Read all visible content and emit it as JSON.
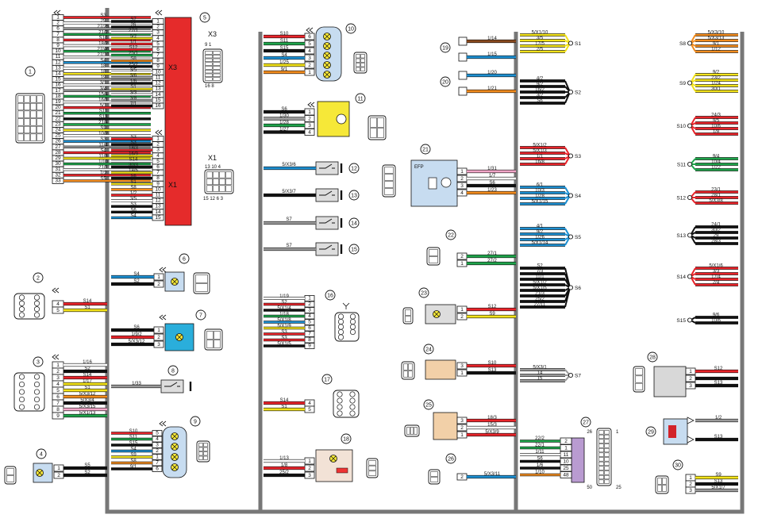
{
  "colors": {
    "B": "#111111",
    "W": "#ffffff",
    "R": "#e8242a",
    "Y": "#f2e21a",
    "G": "#1ea44a",
    "Bl": "#1d8fd1",
    "Gy": "#9a9a9a",
    "O": "#f28c1e",
    "Br": "#8a4a1f",
    "P": "#f2a6c8",
    "V": "#8a5ab0",
    "bus": "#777777",
    "red": "#e52b2b",
    "blue": "#c7dcf0",
    "yellow": "#f6e838",
    "violet": "#b99bd1",
    "gray": "#d8d8d8"
  },
  "left": {
    "wires": [
      {
        "pin": "1",
        "label": "S3",
        "c": "R"
      },
      {
        "pin": "2",
        "label": "29",
        "c": "W"
      },
      {
        "pin": "6",
        "label": "27/25",
        "c": "Gy"
      },
      {
        "pin": "7",
        "label": "21/2",
        "c": "G"
      },
      {
        "pin": "8",
        "label": "S10",
        "c": "R"
      },
      {
        "pin": "9",
        "label": "18/2",
        "c": "W"
      },
      {
        "pin": "10",
        "label": "27/46",
        "c": "G"
      },
      {
        "pin": "11",
        "label": "27/10",
        "c": "W"
      },
      {
        "pin": "12",
        "label": "S4",
        "c": "Bl"
      },
      {
        "pin": "13",
        "label": "18",
        "c": "W"
      },
      {
        "pin": "14",
        "label": "18",
        "c": "Y"
      },
      {
        "pin": "15",
        "label": "19",
        "c": "Gy"
      },
      {
        "pin": "16",
        "label": "3/1",
        "c": "W"
      },
      {
        "pin": "17",
        "label": "3/4",
        "c": "Gy"
      },
      {
        "pin": "18",
        "label": "15/4",
        "c": "G"
      },
      {
        "pin": "19",
        "label": "16/1",
        "c": "W"
      },
      {
        "pin": "20",
        "label": "5/1",
        "c": "R"
      },
      {
        "pin": "21",
        "label": "S11",
        "c": "G"
      },
      {
        "pin": "22",
        "label": "S13",
        "c": "B"
      },
      {
        "pin": "23",
        "label": "21/4",
        "c": "G"
      },
      {
        "pin": "24",
        "label": "S9",
        "c": "Y"
      },
      {
        "pin": "25",
        "label": "10/2",
        "c": "W"
      },
      {
        "pin": "26",
        "label": "S3",
        "c": "Bl"
      },
      {
        "pin": "27",
        "label": "11/4",
        "c": "Gy"
      },
      {
        "pin": "28",
        "label": "S4",
        "c": "R"
      },
      {
        "pin": "29",
        "label": "11/3",
        "c": "Y"
      },
      {
        "pin": "30",
        "label": "1/10",
        "c": "G"
      },
      {
        "pin": "31",
        "label": "21/1",
        "c": "W"
      },
      {
        "pin": "32",
        "label": "7/2",
        "c": "R"
      },
      {
        "pin": "33",
        "label": "S5",
        "c": "O"
      }
    ],
    "x3": [
      {
        "pin": "1",
        "label": "S7",
        "c": "B"
      },
      {
        "pin": "2",
        "label": "26",
        "c": "B"
      },
      {
        "pin": "3",
        "label": "27/1",
        "c": "W"
      },
      {
        "pin": "4",
        "label": "5/2",
        "c": "Y"
      },
      {
        "pin": "5",
        "label": "1/1",
        "c": "R"
      },
      {
        "pin": "6",
        "label": "S12",
        "c": "R"
      },
      {
        "pin": "7",
        "label": "25/1",
        "c": "G"
      },
      {
        "pin": "8",
        "label": "S8",
        "c": "O"
      },
      {
        "pin": "9",
        "label": "25/2",
        "c": "B"
      },
      {
        "pin": "10",
        "label": "3/5",
        "c": "W"
      },
      {
        "pin": "11",
        "label": "3/6",
        "c": "Gy"
      },
      {
        "pin": "12",
        "label": "1/6",
        "c": "B"
      },
      {
        "pin": "13",
        "label": "S1",
        "c": "Y"
      },
      {
        "pin": "14",
        "label": "3/3",
        "c": "W"
      },
      {
        "pin": "15",
        "label": "3/8",
        "c": "Gy"
      },
      {
        "pin": "16",
        "label": "7/1",
        "c": "B"
      }
    ],
    "x1": [
      {
        "pin": "1",
        "label": "S3",
        "c": "R"
      },
      {
        "pin": "2",
        "label": "S3",
        "c": "B"
      },
      {
        "pin": "3",
        "label": "18/3",
        "c": "R"
      },
      {
        "pin": "4",
        "label": "16/9",
        "c": "Y"
      },
      {
        "pin": "5",
        "label": "S14",
        "c": "W"
      },
      {
        "pin": "6",
        "label": "30/3",
        "c": "B"
      },
      {
        "pin": "7",
        "label": "18/5",
        "c": "Y"
      },
      {
        "pin": "8",
        "label": "S6",
        "c": "B"
      },
      {
        "pin": "9",
        "label": "S1",
        "c": "Y"
      },
      {
        "pin": "10",
        "label": "S8",
        "c": "O"
      },
      {
        "pin": "11",
        "label": "1/2",
        "c": "R"
      },
      {
        "pin": "12",
        "label": "3/5",
        "c": "W"
      },
      {
        "pin": "13",
        "label": "S3",
        "c": "B"
      },
      {
        "pin": "14",
        "label": "S6",
        "c": "B"
      },
      {
        "pin": "15",
        "label": "S4",
        "c": "Bl"
      }
    ],
    "conn_labels": {
      "x3": "X3",
      "x1": "X1",
      "x3_pins": "9  1",
      "x3_pins2": "16 8",
      "x1_pins": "13  10  4",
      "x1_pins2": "15 12 6  3"
    }
  },
  "components": {
    "c1": "1",
    "c2": "2",
    "c3": "3",
    "c4": "4",
    "c5": "5",
    "c6": "6",
    "c7": "7",
    "c8": "8",
    "c9": "9",
    "c10": "10",
    "c11": "11",
    "c12": "12",
    "c13": "13",
    "c14": "14",
    "c15": "15",
    "c16": "16",
    "c17": "17",
    "c18": "18",
    "c19": "19",
    "c20": "20",
    "c21": "21",
    "c22": "22",
    "c23": "23",
    "c24": "24",
    "c25": "25",
    "c26": "26",
    "c27": "27",
    "c28": "28",
    "c29": "29",
    "c30": "30"
  },
  "c2": [
    {
      "pin": "4",
      "label": "S14",
      "c": "R"
    },
    {
      "pin": "5",
      "label": "S1",
      "c": "Y"
    }
  ],
  "c3": [
    {
      "pin": "1",
      "label": "1/16",
      "c": "W"
    },
    {
      "pin": "2",
      "label": "S2",
      "c": "B"
    },
    {
      "pin": "3",
      "label": "S14",
      "c": "R"
    },
    {
      "pin": "4",
      "label": "1/17",
      "c": "Y"
    },
    {
      "pin": "5",
      "label": "S1",
      "c": "Y"
    },
    {
      "pin": "6",
      "label": "5/X3/12",
      "c": "O"
    },
    {
      "pin": "7",
      "label": "5/X3/4",
      "c": "B"
    },
    {
      "pin": "8",
      "label": "5/X3/15",
      "c": "P"
    },
    {
      "pin": "9",
      "label": "5/X1/13",
      "c": "G"
    }
  ],
  "c4": [
    {
      "pin": "1",
      "label": "S5",
      "c": "B"
    },
    {
      "pin": "2",
      "label": "S2",
      "c": "B"
    }
  ],
  "c6": [
    {
      "pin": "1",
      "label": "S4",
      "c": "Bl"
    },
    {
      "pin": "2",
      "label": "S2",
      "c": "B"
    }
  ],
  "c7": [
    {
      "pin": "1",
      "label": "S6",
      "c": "B"
    },
    {
      "pin": "2",
      "label": "1/9/2",
      "c": "R"
    },
    {
      "pin": "3",
      "label": "5/X3/12",
      "c": "B"
    }
  ],
  "c8": [
    {
      "pin": "1",
      "label": "1/33",
      "c": "Gy"
    }
  ],
  "c9": [
    {
      "pin": "5",
      "label": "S10",
      "c": "R"
    },
    {
      "pin": "4",
      "label": "S11",
      "c": "G"
    },
    {
      "pin": "3",
      "label": "S15",
      "c": "B"
    },
    {
      "pin": "2",
      "label": "S4",
      "c": "Bl"
    },
    {
      "pin": "1",
      "label": "S9",
      "c": "Y"
    },
    {
      "pin": "7",
      "label": "S8",
      "c": "O"
    },
    {
      "pin": "6",
      "label": "9/1",
      "c": "B"
    }
  ],
  "c10": [
    {
      "pin": "6",
      "label": "S10",
      "c": "R"
    },
    {
      "pin": "5",
      "label": "S11",
      "c": "G"
    },
    {
      "pin": "4",
      "label": "S15",
      "c": "B"
    },
    {
      "pin": "3",
      "label": "S4",
      "c": "Bl"
    },
    {
      "pin": "2",
      "label": "1/25",
      "c": "Y"
    },
    {
      "pin": "1",
      "label": "9/1",
      "c": "O"
    }
  ],
  "c11": [
    {
      "pin": "1",
      "label": "S6",
      "c": "B"
    },
    {
      "pin": "2",
      "label": "1/30",
      "c": "Gy"
    },
    {
      "pin": "3",
      "label": "1/28",
      "c": "G"
    },
    {
      "pin": "4",
      "label": "1/27",
      "c": "B"
    }
  ],
  "c12": [
    {
      "pin": "",
      "label": "5/X3/6",
      "c": "Bl"
    }
  ],
  "c13": [
    {
      "pin": "",
      "label": "5/X3/7",
      "c": "B"
    }
  ],
  "c14": [
    {
      "pin": "",
      "label": "S7",
      "c": "Gy"
    }
  ],
  "c15": [
    {
      "pin": "",
      "label": "S7",
      "c": "Gy"
    }
  ],
  "c16": [
    {
      "pin": "1",
      "label": "1/19",
      "c": "W"
    },
    {
      "pin": "2",
      "label": "S2",
      "c": "R"
    },
    {
      "pin": "3",
      "label": "5/X1/4",
      "c": "B"
    },
    {
      "pin": "4",
      "label": "1/18",
      "c": "G"
    },
    {
      "pin": "5",
      "label": "5/X1/8",
      "c": "Bl"
    },
    {
      "pin": "6",
      "label": "5/X1/9",
      "c": "Y"
    },
    {
      "pin": "7",
      "label": "S3",
      "c": "R"
    },
    {
      "pin": "8",
      "label": "S3",
      "c": "R"
    },
    {
      "pin": "9",
      "label": "5/X1/5",
      "c": "B"
    }
  ],
  "c17": [
    {
      "pin": "4",
      "label": "S14",
      "c": "R"
    },
    {
      "pin": "5",
      "label": "S1",
      "c": "Y"
    }
  ],
  "c18": [
    {
      "pin": "1",
      "label": "1/13",
      "c": "W"
    },
    {
      "pin": "2",
      "label": "1/8",
      "c": "R"
    },
    {
      "pin": "3",
      "label": "25/2",
      "c": "B"
    }
  ],
  "c19": [
    {
      "label": "1/14",
      "c": "Br"
    },
    {
      "label": "1/15",
      "c": "Bl"
    }
  ],
  "c20": [
    {
      "label": "1/20",
      "c": "Bl"
    },
    {
      "label": "1/21",
      "c": "O"
    }
  ],
  "c21": {
    "label": "EFP",
    "wires": [
      {
        "pin": "1",
        "label": "1/31",
        "c": "P"
      },
      {
        "pin": "2",
        "label": "1/7",
        "c": "W"
      },
      {
        "pin": "3",
        "label": "S6",
        "c": "B"
      },
      {
        "pin": "4",
        "label": "1/23",
        "c": "O"
      }
    ]
  },
  "c22": [
    {
      "pin": "2",
      "label": "27/1",
      "c": "G"
    },
    {
      "pin": "1",
      "label": "27/2",
      "c": "G"
    }
  ],
  "c23": [
    {
      "pin": "1",
      "label": "S12",
      "c": "R"
    },
    {
      "pin": "2",
      "label": "S9",
      "c": "Y"
    }
  ],
  "c24": [
    {
      "pin": "3",
      "label": "S10",
      "c": "R"
    },
    {
      "pin": "1",
      "label": "S13",
      "c": "B"
    }
  ],
  "c25": [
    {
      "pin": "3",
      "label": "18/3",
      "c": "R"
    },
    {
      "pin": "2",
      "label": "15/3",
      "c": "W"
    },
    {
      "pin": "1",
      "label": "5/X3/9",
      "c": "R"
    }
  ],
  "c26": [
    {
      "pin": "2",
      "label": "5/X3/11",
      "c": "Bl"
    }
  ],
  "c27": {
    "wires": [
      {
        "pin": "2",
        "label": "22/2",
        "c": "G"
      },
      {
        "pin": "1",
        "label": "22/1",
        "c": "G"
      },
      {
        "pin": "11",
        "label": "1/11",
        "c": "W"
      },
      {
        "pin": "10",
        "label": "S6",
        "c": "B"
      },
      {
        "pin": "25",
        "label": "1/6",
        "c": "B"
      },
      {
        "pin": "48",
        "label": "1/10",
        "c": "O"
      }
    ],
    "pins": {
      "tl": "26",
      "tr": "1",
      "bl": "50",
      "br": "25"
    }
  },
  "c28": [
    {
      "pin": "1",
      "label": "S12",
      "c": "R"
    },
    {
      "pin": "2",
      "label": "",
      "c": "B"
    },
    {
      "pin": "3",
      "label": "S13",
      "c": "B"
    }
  ],
  "c29": [
    {
      "pin": "",
      "label": "1/2",
      "c": "Gy"
    },
    {
      "pin": "",
      "label": "S13",
      "c": "B"
    }
  ],
  "c30": [
    {
      "pin": "1",
      "label": "S9",
      "c": "Y"
    },
    {
      "pin": "2",
      "label": "S13",
      "c": "B"
    },
    {
      "pin": "3",
      "label": "5/X1/7",
      "c": "Gy"
    }
  ],
  "splices": [
    {
      "name": "S1",
      "c": "Y",
      "labels": [
        "5/X1/10",
        "3/5",
        "17/5",
        "2/5"
      ]
    },
    {
      "name": "S2",
      "c": "B",
      "labels": [
        "4/2",
        "9/2",
        "16/2",
        "3/2",
        "S6"
      ]
    },
    {
      "name": "S3",
      "c": "R",
      "labels": [
        "5/X1/2",
        "5/X1/3",
        "1/1",
        "16/8"
      ]
    },
    {
      "name": "S4",
      "c": "Bl",
      "labels": [
        "6/1",
        "10/3",
        "1/28",
        "5/X1/15"
      ]
    },
    {
      "name": "S5",
      "c": "Bl",
      "labels": [
        "4/1",
        "9/2",
        "1/26",
        "5/X1/14"
      ]
    },
    {
      "name": "S6",
      "c": "B",
      "labels": [
        "S2",
        "7/3",
        "11/1",
        "5/X1/2",
        "5/X1/5",
        "21/3",
        "25/2",
        "27/11"
      ]
    },
    {
      "name": "S7",
      "c": "Gy",
      "labels": [
        "5/X3/1",
        "14",
        "15"
      ]
    },
    {
      "name": "S8",
      "c": "O",
      "labels": [
        "5/X3/10",
        "5/X3/13",
        "9/1",
        "1/12"
      ]
    },
    {
      "name": "S9",
      "c": "Y",
      "labels": [
        "9/2",
        "23/2",
        "1/24",
        "30/1"
      ]
    },
    {
      "name": "S10",
      "c": "R",
      "labels": [
        "24/3",
        "9/5",
        "10/6",
        "1/8"
      ]
    },
    {
      "name": "S11",
      "c": "G",
      "labels": [
        "9/4",
        "10/4",
        "1/22"
      ]
    },
    {
      "name": "S12",
      "c": "R",
      "labels": [
        "23/1",
        "28/1",
        "5/X3/8"
      ]
    },
    {
      "name": "S13",
      "c": "B",
      "labels": [
        "24/1",
        "30/2",
        "29",
        "28/3"
      ]
    },
    {
      "name": "S14",
      "c": "R",
      "labels": [
        "5/X1/6",
        "3/3",
        "17/4",
        "2/4"
      ]
    },
    {
      "name": "S15",
      "c": "B",
      "labels": [
        "9/6",
        "10/6"
      ]
    }
  ]
}
